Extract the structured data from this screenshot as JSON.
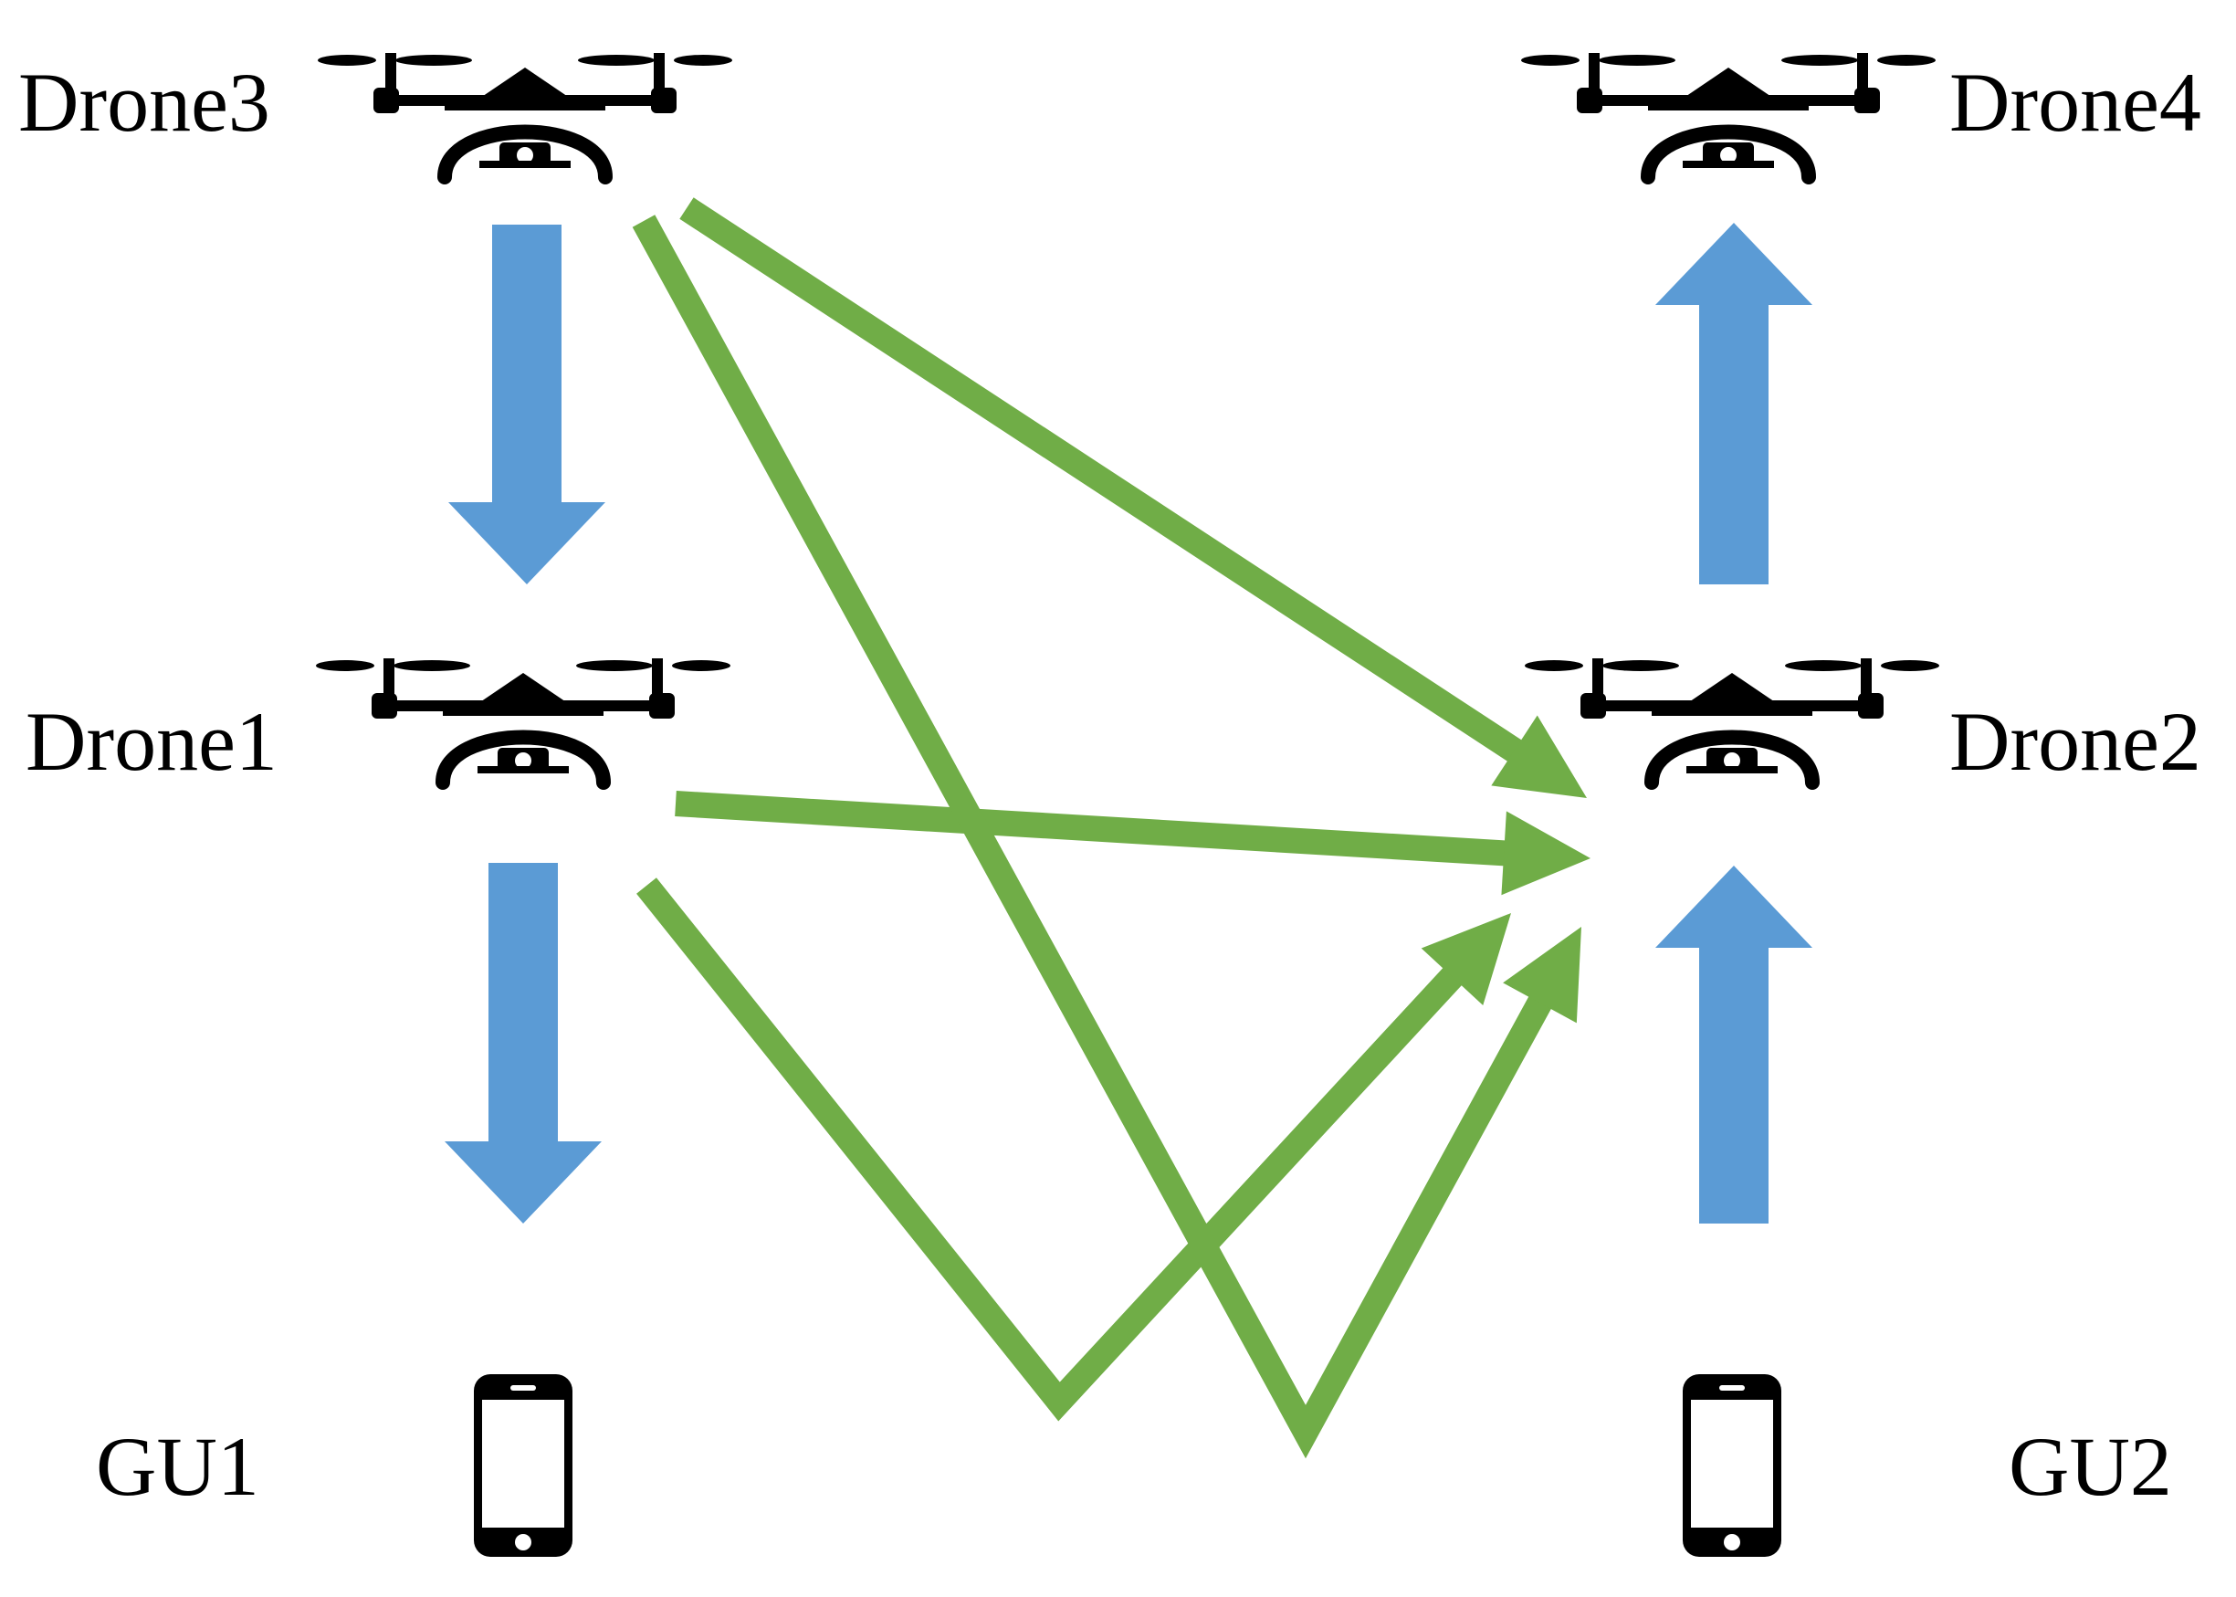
{
  "nodes": {
    "drone3": {
      "label": "Drone3",
      "icon": "drone-icon"
    },
    "drone4": {
      "label": "Drone4",
      "icon": "drone-icon"
    },
    "drone1": {
      "label": "Drone1",
      "icon": "drone-icon"
    },
    "drone2": {
      "label": "Drone2",
      "icon": "drone-icon"
    },
    "gu1": {
      "label": "GU1",
      "icon": "smartphone-icon"
    },
    "gu2": {
      "label": "GU2",
      "icon": "smartphone-icon"
    }
  },
  "colors": {
    "blue_arrow": "#5b9bd5",
    "green_arrow": "#70ad47",
    "icon": "#000000"
  },
  "links": {
    "blue": [
      {
        "from": "drone3",
        "to": "drone1"
      },
      {
        "from": "drone1",
        "to": "gu1"
      },
      {
        "from": "drone2",
        "to": "drone4"
      },
      {
        "from": "gu2",
        "to": "drone2"
      }
    ],
    "green": [
      {
        "from": "drone3",
        "to": "drone2"
      },
      {
        "from": "drone1",
        "to": "drone2"
      },
      {
        "from": "drone1",
        "via": "ground",
        "to": "drone2"
      },
      {
        "from": "drone3",
        "via": "ground",
        "to": "drone2"
      }
    ]
  }
}
